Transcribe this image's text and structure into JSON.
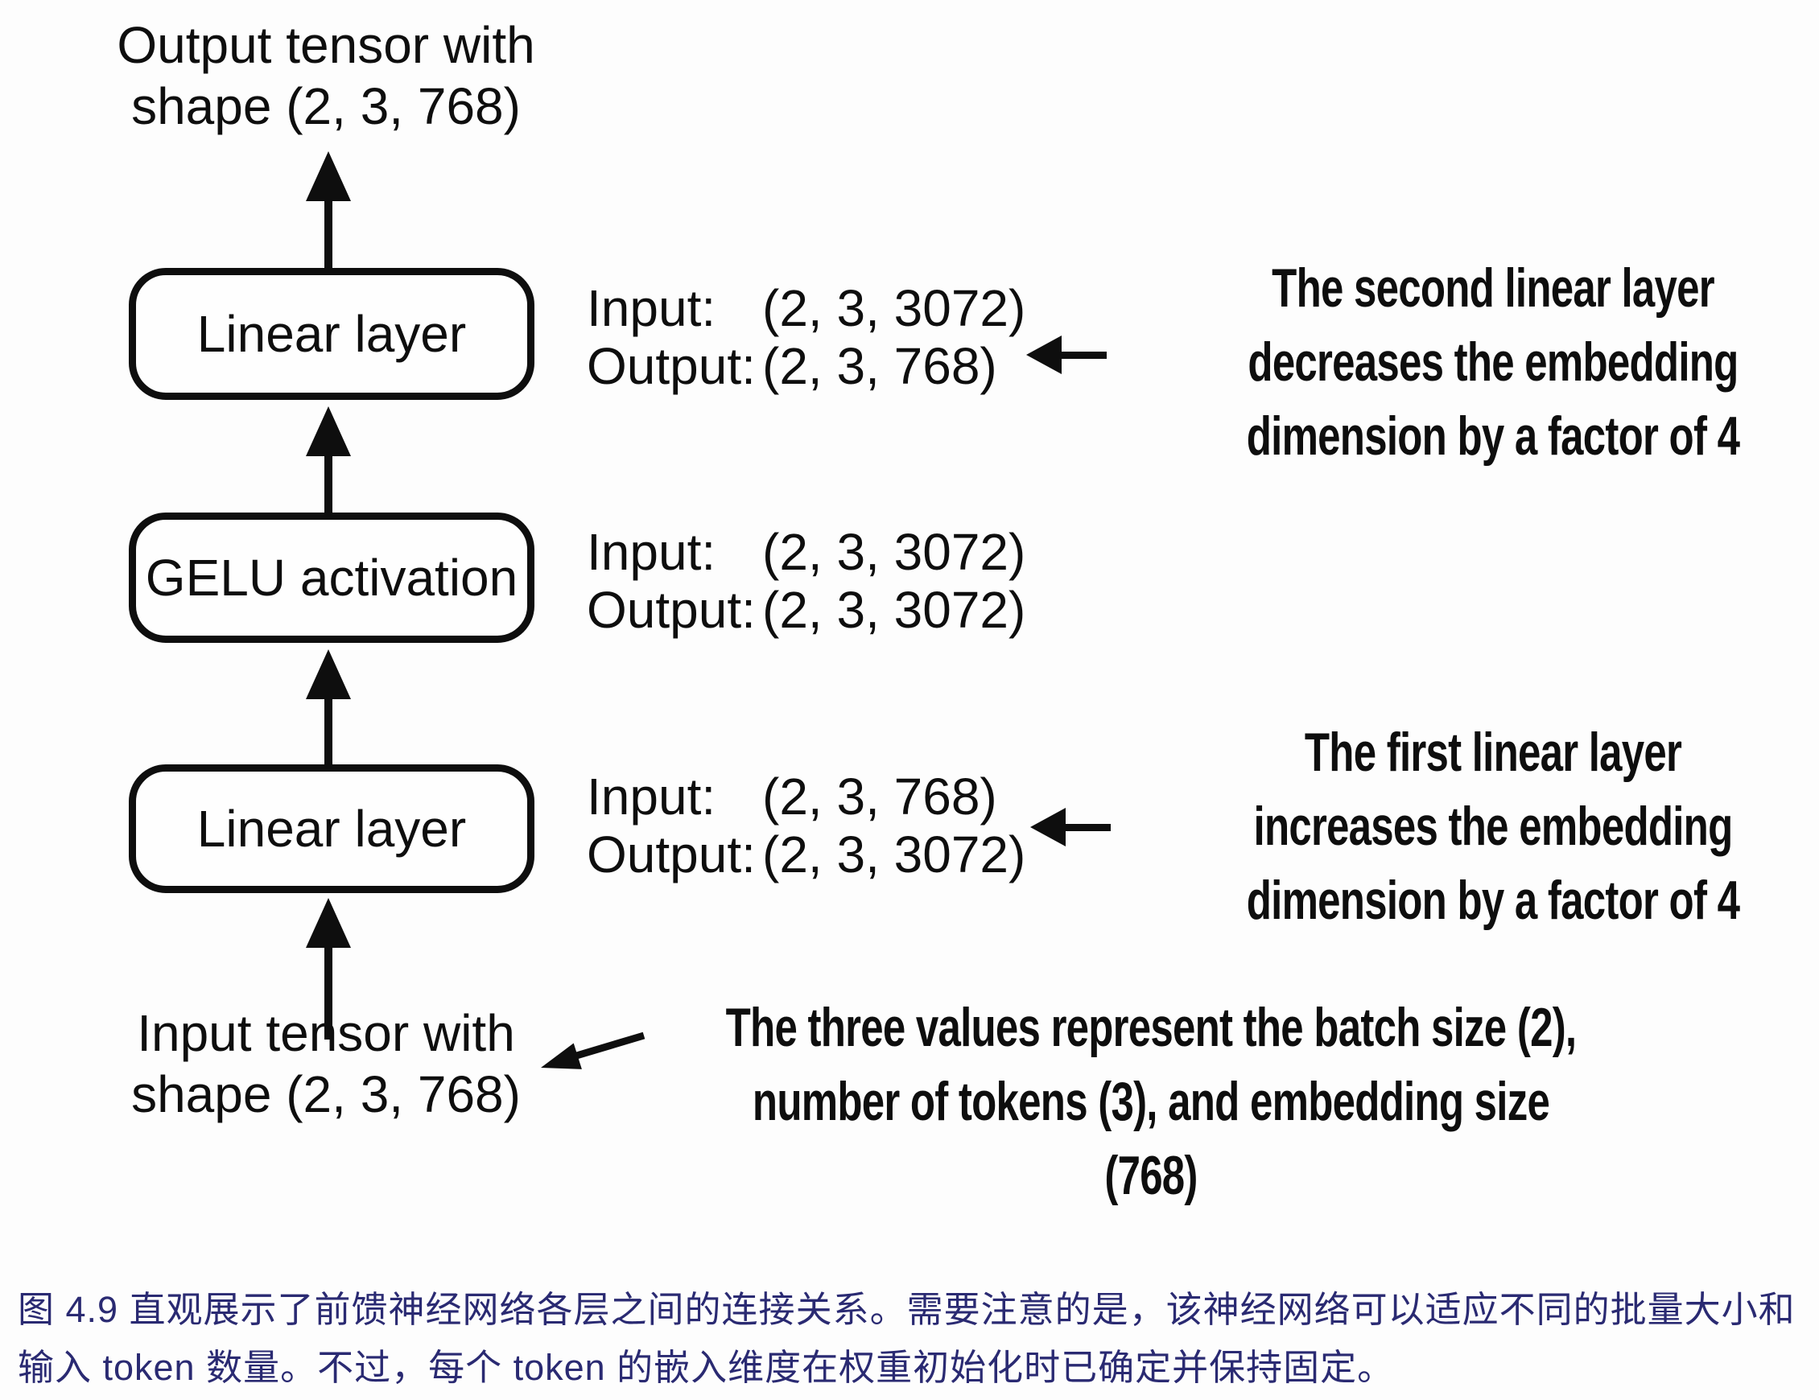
{
  "diagram": {
    "output_tensor_label": {
      "line1": "Output tensor with",
      "line2": "shape (2, 3, 768)"
    },
    "input_tensor_label": {
      "line1": "Input tensor with",
      "line2": "shape (2, 3, 768)"
    },
    "boxes": [
      {
        "label": "Linear layer"
      },
      {
        "label": "GELU activation"
      },
      {
        "label": "Linear layer"
      }
    ],
    "io_blocks": [
      {
        "input_label": "Input:",
        "input_value": "(2, 3, 3072)",
        "output_label": "Output:",
        "output_value": "(2, 3, 768)"
      },
      {
        "input_label": "Input:",
        "input_value": "(2, 3, 3072)",
        "output_label": "Output:",
        "output_value": "(2, 3, 3072)"
      },
      {
        "input_label": "Input:",
        "input_value": "(2, 3, 768)",
        "output_label": "Output:",
        "output_value": "(2, 3, 3072)"
      }
    ],
    "annotations": [
      {
        "lines": [
          "The second linear layer",
          "decreases the embedding",
          "dimension by a factor of 4"
        ]
      },
      {
        "lines": [
          "The first linear layer",
          "increases the embedding",
          "dimension by a factor of 4"
        ]
      },
      {
        "lines": [
          "The three values represent the batch size (2),",
          "number of tokens (3), and embedding size",
          "(768)"
        ]
      }
    ]
  },
  "caption": {
    "line1": "图 4.9 直观展示了前馈神经网络各层之间的连接关系。需要注意的是，该神经网络可以适应不同的批量大小和",
    "line2": "输入 token 数量。不过，每个 token 的嵌入维度在权重初始化时已确定并保持固定。",
    "color": "#2a2a72"
  },
  "colors": {
    "background": "#fdfdfd",
    "ink": "#0e0e0e"
  }
}
